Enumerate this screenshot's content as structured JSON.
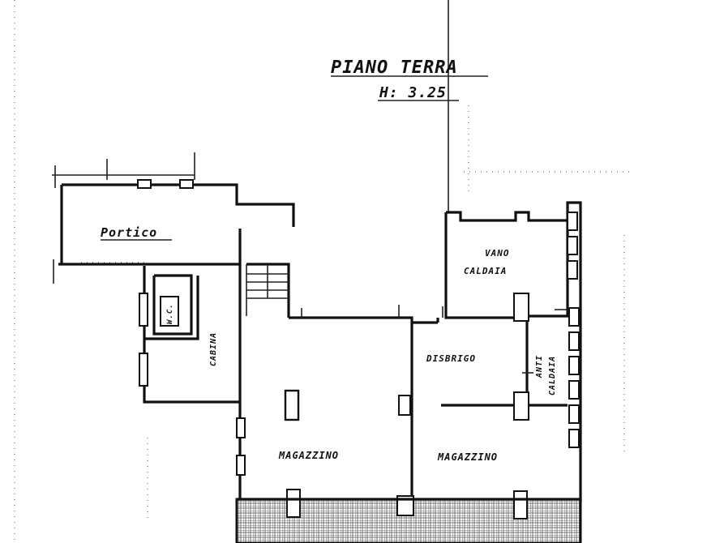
{
  "title": {
    "main": "PIANO TERRA",
    "height": "H: 3.25"
  },
  "rooms": {
    "portico": "Portico",
    "vano_caldaia_1": "VANO",
    "vano_caldaia_2": "CALDAIA",
    "wc": "W.C.",
    "cabina": "CABINA",
    "disbrigo": "DISBRIGO",
    "anti_caldaia_1": "ANTI",
    "anti_caldaia_2": "CALDAIA",
    "magazzino_left": "MAGAZZINO",
    "magazzino_right": "MAGAZZINO"
  },
  "colors": {
    "ink": "#111111",
    "paper": "#ffffff"
  }
}
